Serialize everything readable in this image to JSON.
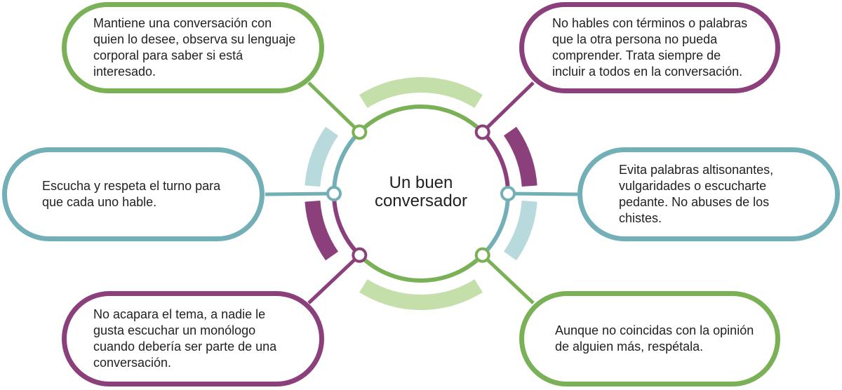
{
  "colors": {
    "green": "#7ab157",
    "light_green": "#c4dfaa",
    "purple": "#8b3f7b",
    "teal": "#72afb6",
    "light_teal": "#b9dadd"
  },
  "center": {
    "title": "Un buen conversador"
  },
  "nodes": [
    {
      "id": "top-left",
      "color": "green",
      "text": "Mantiene una conversación con quien lo desee, observa su lenguaje corporal para saber si está interesado."
    },
    {
      "id": "top-right",
      "color": "purple",
      "text": "No hables con términos o palabras que la otra persona no pueda comprender. Trata siempre de incluir a todos en la conversación."
    },
    {
      "id": "middle-left",
      "color": "teal",
      "text": "Escucha y respeta el turno para que cada uno hable."
    },
    {
      "id": "middle-right",
      "color": "teal",
      "text": "Evita palabras altisonantes, vulgaridades o escucharte pedante. No abuses de los chistes."
    },
    {
      "id": "bottom-left",
      "color": "purple",
      "text": "No acapara el tema, a nadie le gusta escuchar un monólogo cuando debería ser parte de una conversación."
    },
    {
      "id": "bottom-right",
      "color": "green",
      "text": "Aunque no coincidas con la opinión de alguien más, respétala."
    }
  ]
}
